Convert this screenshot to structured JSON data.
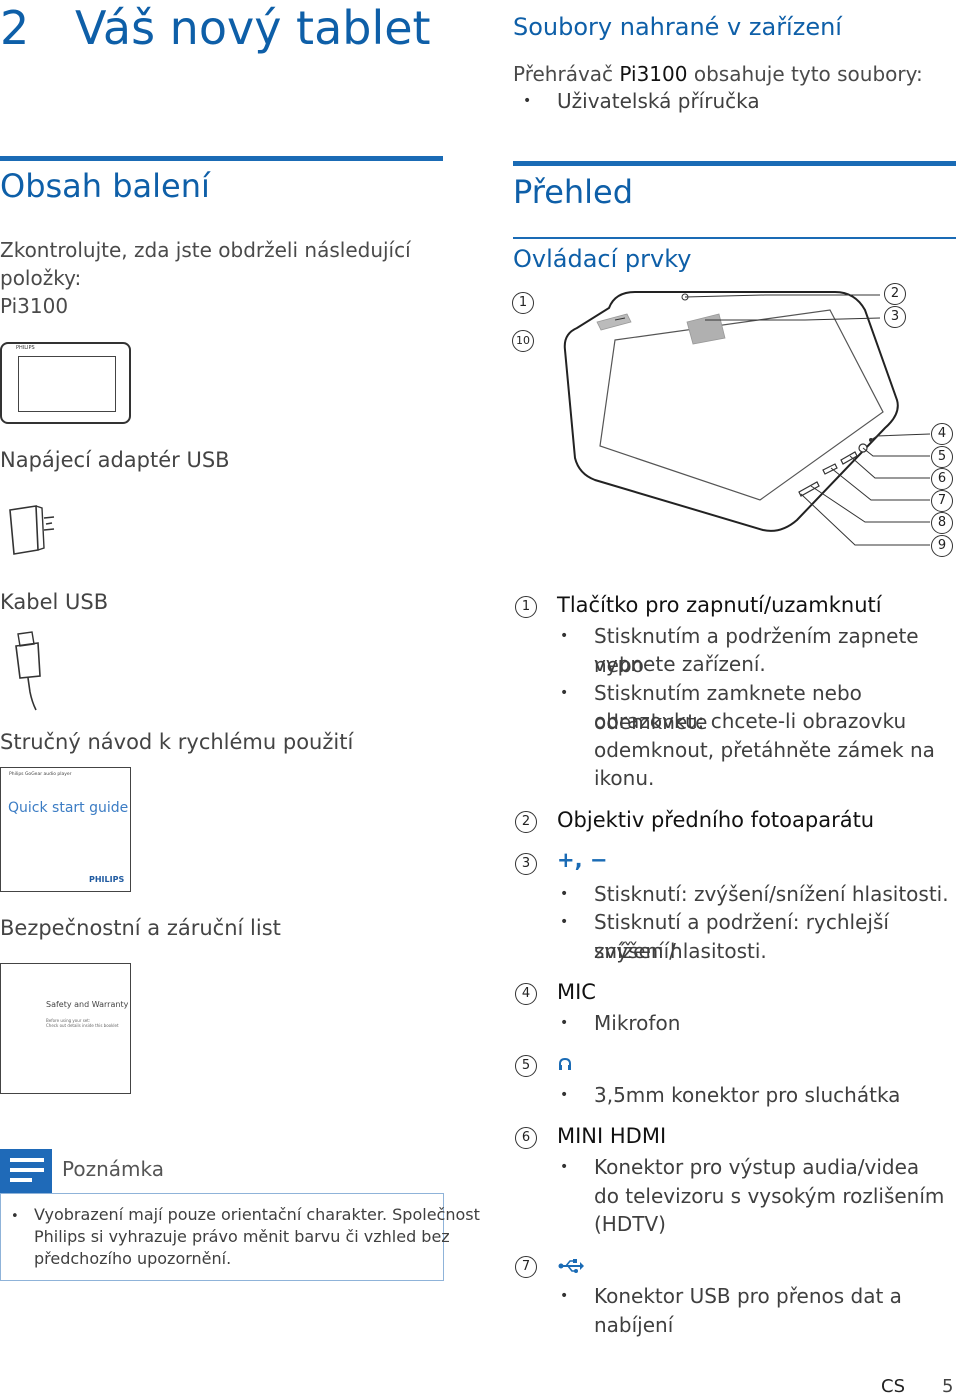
{
  "chapter": {
    "number": "2",
    "title": "Váš nový tablet"
  },
  "files": {
    "heading": "Soubory nahrané v zařízení",
    "intro_prefix": "Přehrávač ",
    "intro_model": "Pi3100",
    "intro_suffix": " obsahuje tyto soubory:",
    "items": [
      "Uživatelská příručka"
    ]
  },
  "box": {
    "heading": "Obsah balení",
    "intro_line1": "Zkontrolujte, zda jste obdrželi následující",
    "intro_line2": "položky:",
    "model": "Pi3100",
    "tablet_brand": "PHILIPS",
    "adapter_label": "Napájecí adaptér USB",
    "cable_label": "Kabel USB",
    "qsg_label": "Stručný návod k rychlému použití",
    "qsg_small": "Philips GoGear audio player",
    "qsg_title": "Quick start guide",
    "qsg_brand": "PHILIPS",
    "safety_label": "Bezpečnostní a záruční list",
    "safety_title": "Safety and Warranty",
    "safety_line1": "Before using your set:",
    "safety_line2": "Check out details inside this booklet"
  },
  "note": {
    "title": "Poznámka",
    "line1": "Vyobrazení mají pouze orientační charakter. Společnost",
    "line2": "Philips si vyhrazuje právo měnit barvu či vzhled bez",
    "line3": "předchozího upozornění."
  },
  "overview": {
    "heading": "Přehled",
    "controls_heading": "Ovládací prvky",
    "callouts": [
      "1",
      "2",
      "3",
      "4",
      "5",
      "6",
      "7",
      "8",
      "9",
      "10"
    ]
  },
  "items": [
    {
      "num": "1",
      "title": "Tlačítko pro zapnutí/uzamknutí",
      "b1_l1": "Stisknutím a podržením zapnete nebo",
      "b1_l2": "vypnete zařízení.",
      "b2_l1": "Stisknutím zamknete nebo odemknete",
      "b2_l2": "obrazovku: chcete-li obrazovku",
      "b2_l3": "odemknout, přetáhněte zámek na",
      "b2_l4": "ikonu."
    },
    {
      "num": "2",
      "title": "Objektiv předního fotoaparátu"
    },
    {
      "num": "3",
      "title": "+, −",
      "b1_l1": "Stisknutí: zvýšení/snížení hlasitosti.",
      "b2_l1": "Stisknutí a podržení: rychlejší zvýšení/",
      "b2_l2": "snížení hlasitosti."
    },
    {
      "num": "4",
      "title": "MIC",
      "b1_l1": "Mikrofon"
    },
    {
      "num": "5",
      "icon": "headphone-icon",
      "b1_l1": "3,5mm konektor pro sluchátka"
    },
    {
      "num": "6",
      "title": "MINI HDMI",
      "b1_l1": "Konektor pro výstup audia/videa",
      "b1_l2": "do televizoru s vysokým rozlišením",
      "b1_l3": "(HDTV)"
    },
    {
      "num": "7",
      "icon": "usb-icon",
      "b1_l1": "Konektor USB pro přenos dat a",
      "b1_l2": "nabíjení"
    }
  ],
  "footer": {
    "lang": "CS",
    "page": "5"
  },
  "colors": {
    "accent": "#0e5fa8",
    "rule": "#1a6bb5",
    "note_border": "#8fb3d9"
  }
}
